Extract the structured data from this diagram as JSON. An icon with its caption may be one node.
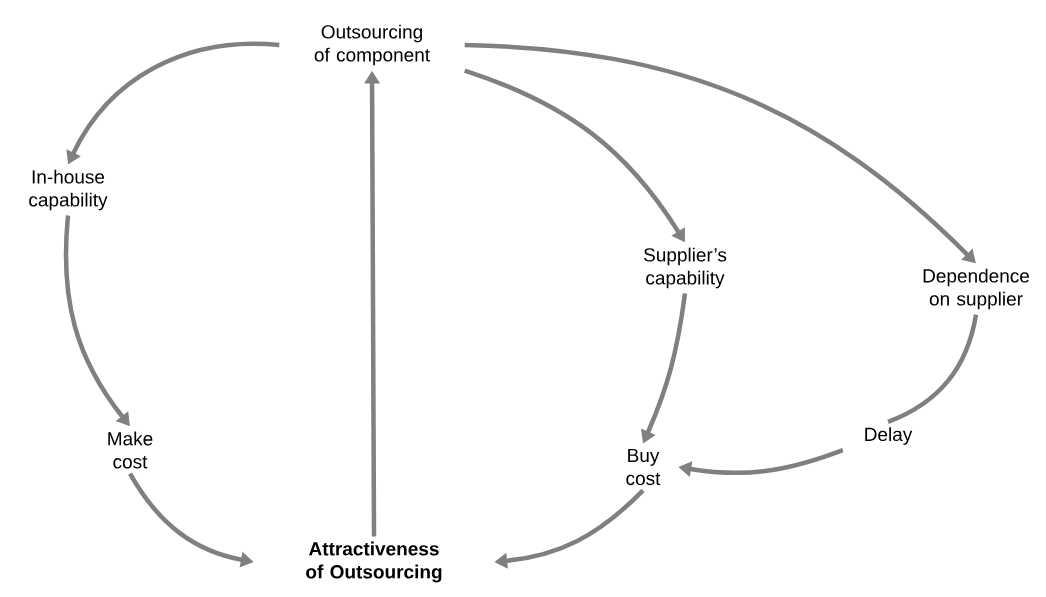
{
  "diagram": {
    "nodes": [
      {
        "text": [
          "Outsourcing of component"
        ]
      },
      {
        "text": [
          "In-house capability"
        ]
      },
      {
        "text": [
          "Supplier’s capability"
        ]
      },
      {
        "text": [
          "Dependence on supplier"
        ]
      },
      {
        "text": [
          "Make cost"
        ]
      },
      {
        "text": [
          "Buy cost"
        ]
      },
      {
        "text": [
          "Delay"
        ]
      },
      {
        "text": [
          "Attractiveness of Outsourcing"
        ]
      }
    ],
    "edges": [
      {
        "from": 0,
        "to": 1,
        "arrow": "to"
      },
      {
        "from": 0,
        "to": 2,
        "arrow": "to"
      },
      {
        "from": 0,
        "to": 3,
        "arrow": "to"
      },
      {
        "from": 1,
        "to": 4,
        "arrow": "to"
      },
      {
        "from": 2,
        "to": 5,
        "arrow": "to"
      },
      {
        "from": 3,
        "to": 6,
        "arrow": "none"
      },
      {
        "from": 6,
        "to": 5,
        "arrow": "to"
      },
      {
        "from": 4,
        "to": 7,
        "arrow": "to"
      },
      {
        "from": 5,
        "to": 7,
        "arrow": "to"
      },
      {
        "from": 7,
        "to": 0,
        "arrow": "to"
      }
    ]
  }
}
